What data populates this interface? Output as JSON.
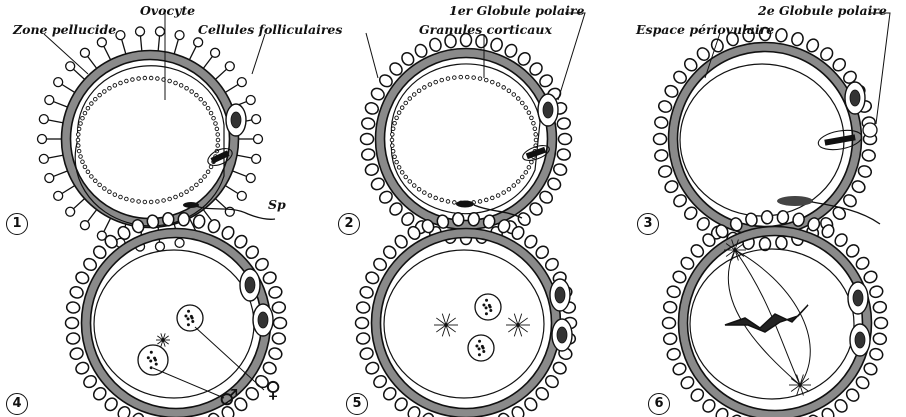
{
  "labels": {
    "ovocyte": "Ovocyte",
    "zone_pellucide": "Zone pellucide",
    "cellules_folliculaires": "Cellules folliculaires",
    "globule_1": "1er Globule polaire",
    "granules_corticaux": "Granules corticaux",
    "globule_2": "2e Globule polaire",
    "espace_periovulaire": "Espace périovulaire",
    "sp": "Sp"
  },
  "stages": [
    "1",
    "2",
    "3",
    "4",
    "5",
    "6"
  ],
  "symbols": {
    "male": "♂",
    "female": "♀"
  },
  "colors": {
    "ink": "#111111",
    "zona": "#8a8a8a",
    "background": "#ffffff"
  }
}
